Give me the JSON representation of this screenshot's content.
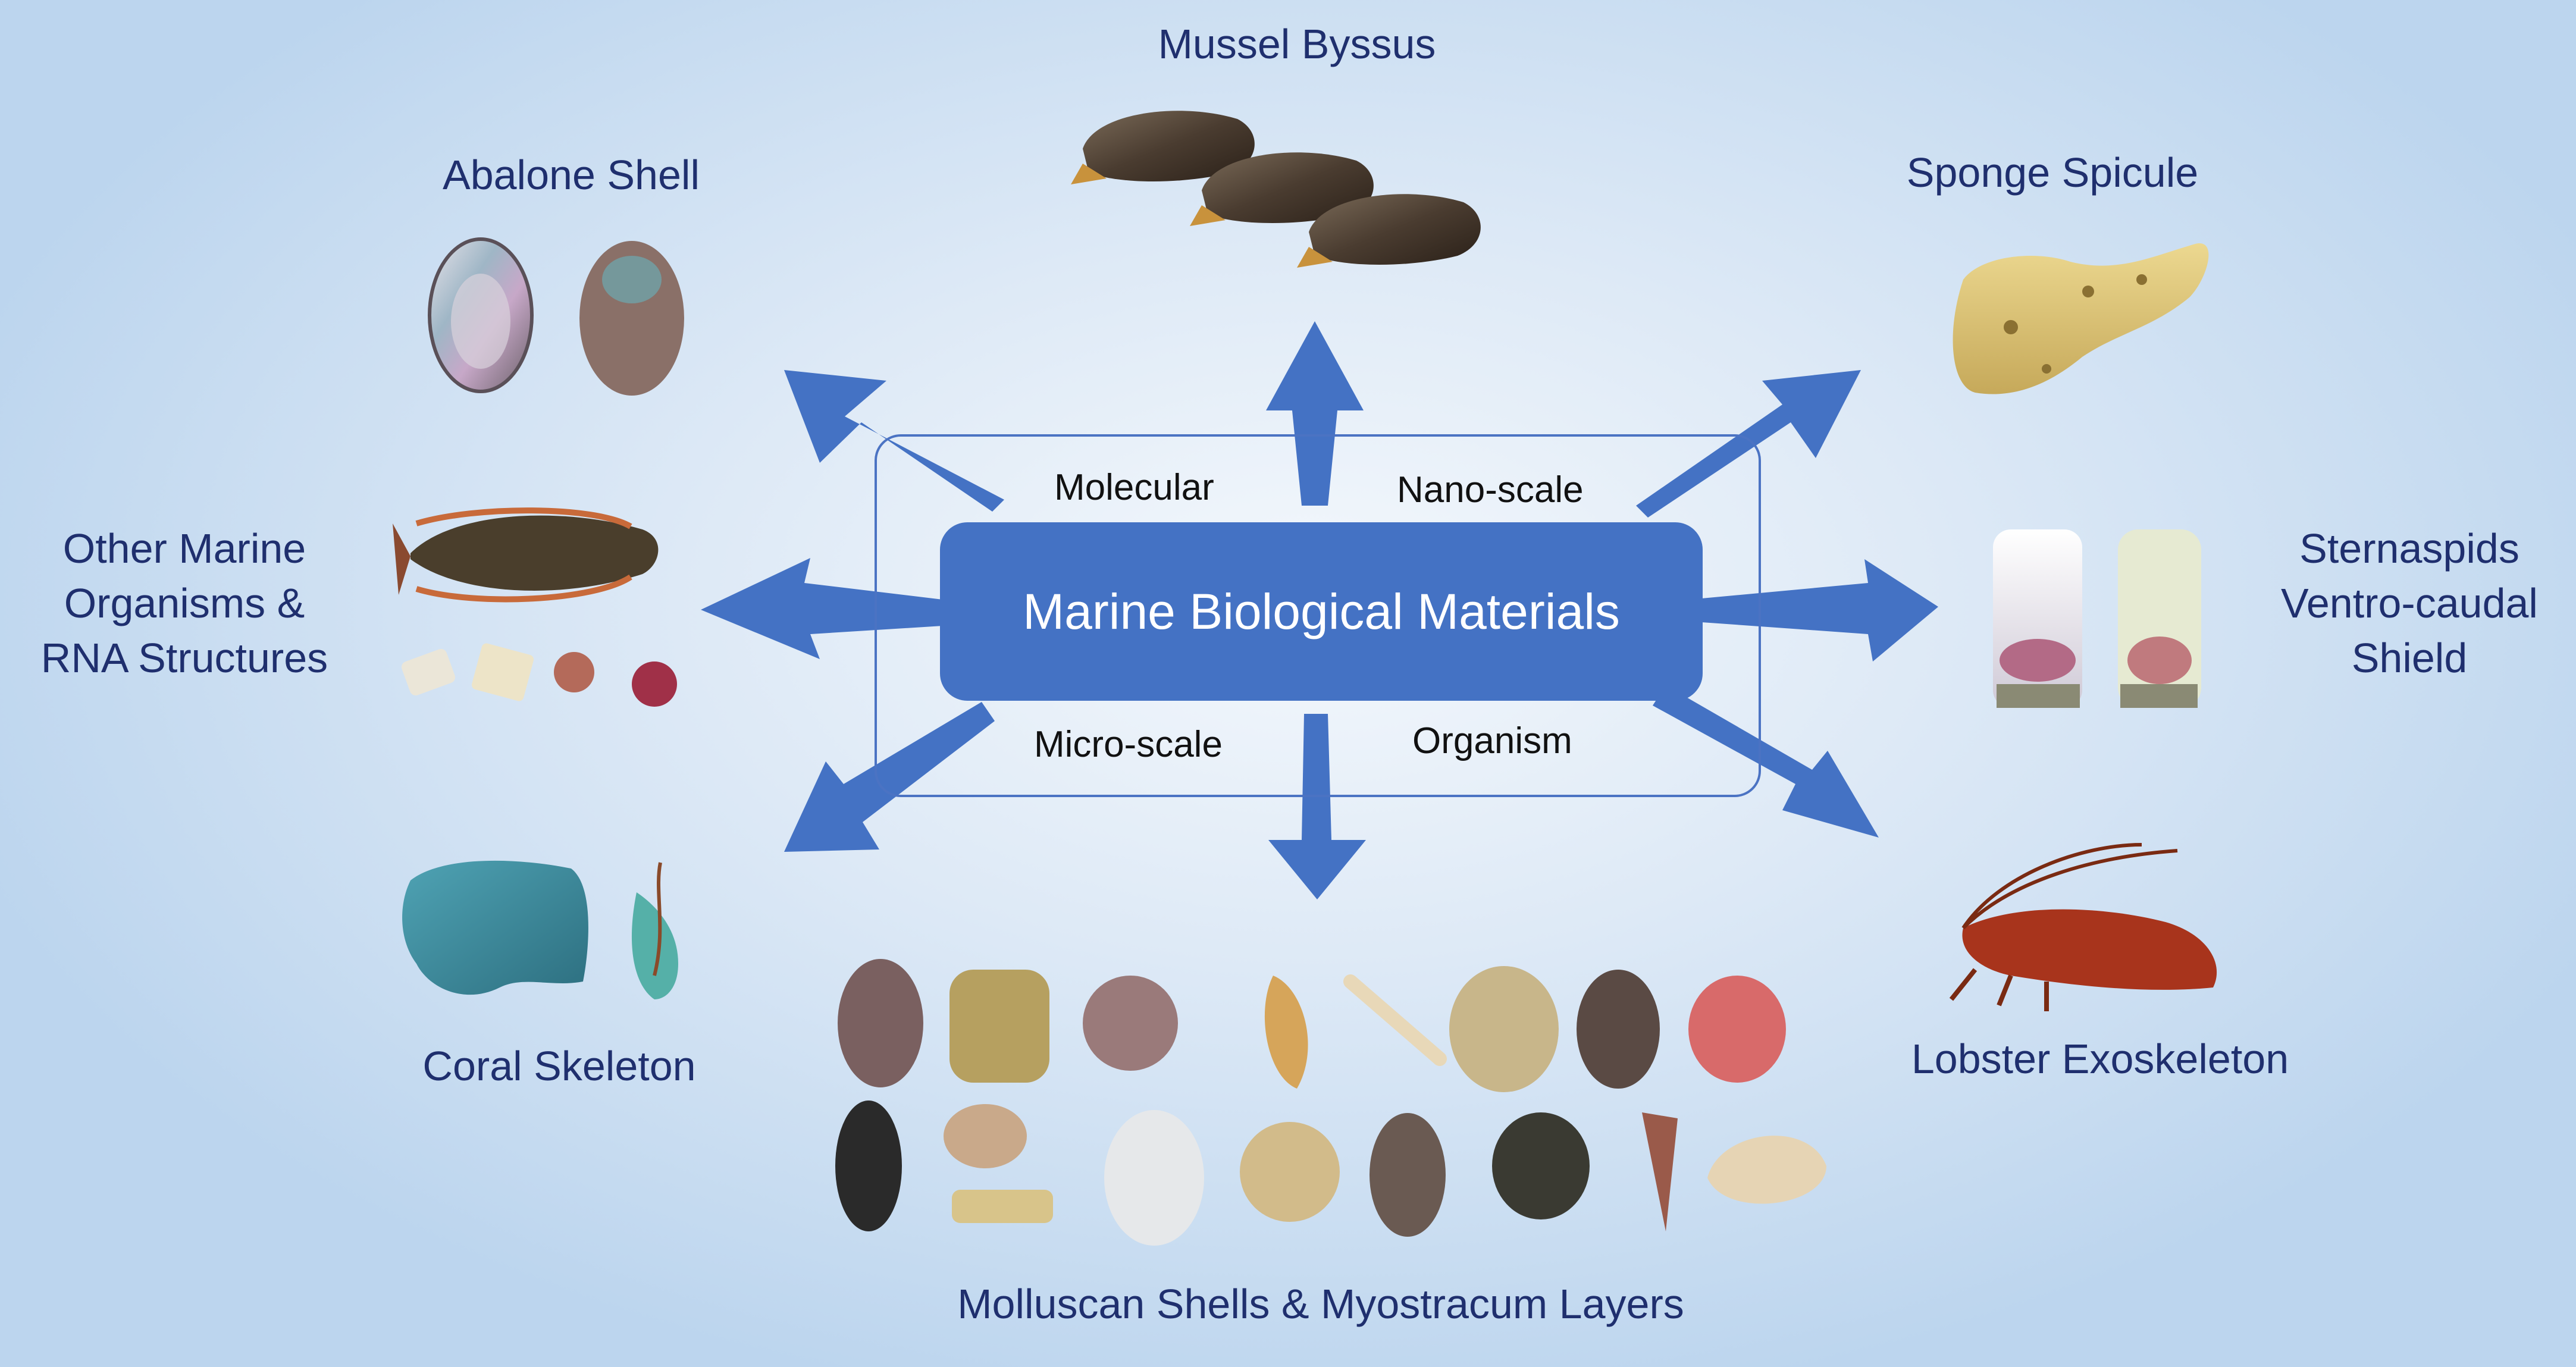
{
  "center": {
    "title": "Marine Biological Materials"
  },
  "scales": {
    "molecular": "Molecular",
    "nano": "Nano-scale",
    "micro": "Micro-scale",
    "organism": "Organism"
  },
  "categories": {
    "mussel": "Mussel Byssus",
    "abalone": "Abalone Shell",
    "sponge": "Sponge Spicule",
    "other_line1": "Other Marine",
    "other_line2": "Organisms &",
    "other_line3": "RNA Structures",
    "sternaspids_line1": "Sternaspids",
    "sternaspids_line2": "Ventro-caudal",
    "sternaspids_line3": "Shield",
    "coral": "Coral Skeleton",
    "lobster": "Lobster Exoskeleton",
    "molluscan": "Molluscan Shells & Myostracum Layers"
  },
  "colors": {
    "accent": "#4472c4",
    "label_text": "#1f2f6e",
    "scale_text": "#111111"
  }
}
